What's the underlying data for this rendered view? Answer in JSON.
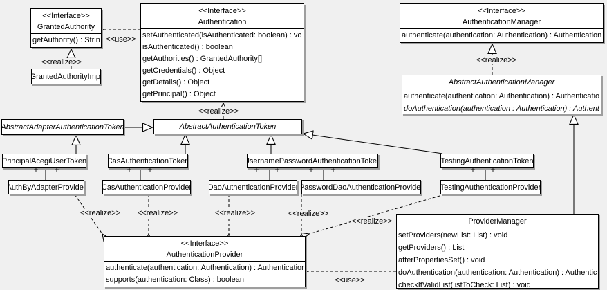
{
  "edge_labels": {
    "use": "<<use>>",
    "realize": "<<realize>>",
    "plus": "+"
  },
  "classes": {
    "grantedAuthority": {
      "stereotype": "<<Interface>>",
      "name": "GrantedAuthority",
      "methods": [
        "getAuthority() : String"
      ]
    },
    "grantedAuthorityImpl": {
      "name": "GrantedAuthorityImpl"
    },
    "authentication": {
      "stereotype": "<<Interface>>",
      "name": "Authentication",
      "methods": [
        "setAuthenticated(isAuthenticated: boolean) : void",
        "isAuthenticated() : boolean",
        "getAuthorities() : GrantedAuthority[]",
        "getCredentials() : Object",
        "getDetails() : Object",
        "getPrincipal() : Object"
      ]
    },
    "authenticationManager": {
      "stereotype": "<<Interface>>",
      "name": "AuthenticationManager",
      "methods": [
        "authenticate(authentication: Authentication) : Authentication"
      ]
    },
    "abstractAuthenticationManager": {
      "name": "AbstractAuthenticationManager",
      "methods": [
        "authenticate(authentication: Authentication) : Authentication",
        "doAuthentication(authentication : Authentication) : Authentication"
      ]
    },
    "abstractAdapterAuthenticationToken": {
      "name": "AbstractAdapterAuthenticationToken"
    },
    "abstractAuthenticationToken": {
      "name": "AbstractAuthenticationToken"
    },
    "principalAcegiUserToken": {
      "name": "PrincipalAcegiUserToken"
    },
    "casAuthenticationToken": {
      "name": "CasAuthenticationToken"
    },
    "usernamePasswordAuthenticationToken": {
      "name": "UsernamePasswordAuthenticationToken"
    },
    "testingAuthenticationToken": {
      "name": "TestingAuthenticationToken"
    },
    "authByAdapterProvider": {
      "name": "AuthByAdapterProvider"
    },
    "casAuthenticationProvider": {
      "name": "CasAuthenticationProvider"
    },
    "daoAuthenticationProvider": {
      "name": "DaoAuthenticationProvider"
    },
    "passwordDaoAuthenticationProvider": {
      "name": "PasswordDaoAuthenticationProvider"
    },
    "testingAuthenticationProvider": {
      "name": "TestingAuthenticationProvider"
    },
    "authenticationProvider": {
      "stereotype": "<<Interface>>",
      "name": "AuthenticationProvider",
      "methods": [
        "authenticate(authentication: Authentication) : Authentication",
        "supports(authentication: Class) : boolean"
      ]
    },
    "providerManager": {
      "name": "ProviderManager",
      "methods": [
        "setProviders(newList: List) : void",
        "getProviders() : List",
        "afterPropertiesSet() : void",
        "doAuthentication(authentication: Authentication) : Authentication",
        "checkIfValidList(listToCheck: List) : void"
      ]
    }
  }
}
